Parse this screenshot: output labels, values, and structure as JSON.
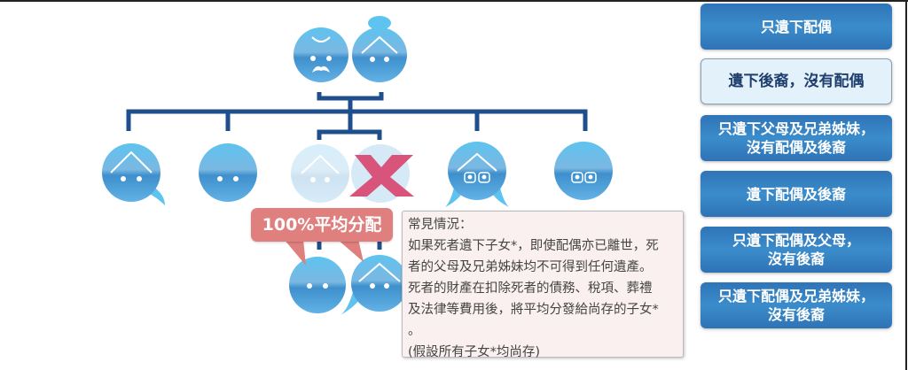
{
  "bubble_label": "100%平均分配",
  "info": {
    "lines": [
      "常見情況：",
      "如果死者遺下子女*，即使配偶亦已離世，死",
      "者的父母及兄弟姊妹均不可得到任何遺產。",
      "死者的財產在扣除死者的債務、稅項、葬禮",
      "及法律等費用後，將平均分發給尚存的子女*",
      "。",
      "(假設所有子女*均尚存)"
    ]
  },
  "menu": [
    {
      "line1": "只遺下配偶",
      "line2": ""
    },
    {
      "line1": "遺下後裔，沒有配偶",
      "line2": "",
      "active": true
    },
    {
      "line1": "只遺下父母及兄弟姊妹，",
      "line2": "沒有配偶及後裔"
    },
    {
      "line1": "遺下配偶及後裔",
      "line2": ""
    },
    {
      "line1": "只遺下配偶及父母，",
      "line2": "沒有後裔"
    },
    {
      "line1": "只遺下配偶及兄弟姊妹，",
      "line2": "沒有後裔"
    }
  ],
  "colors": {
    "tree_line": "#1f4e8c",
    "face": "#4a9fdb",
    "bubble": "#df7f7e",
    "cross": "#d9547a"
  }
}
